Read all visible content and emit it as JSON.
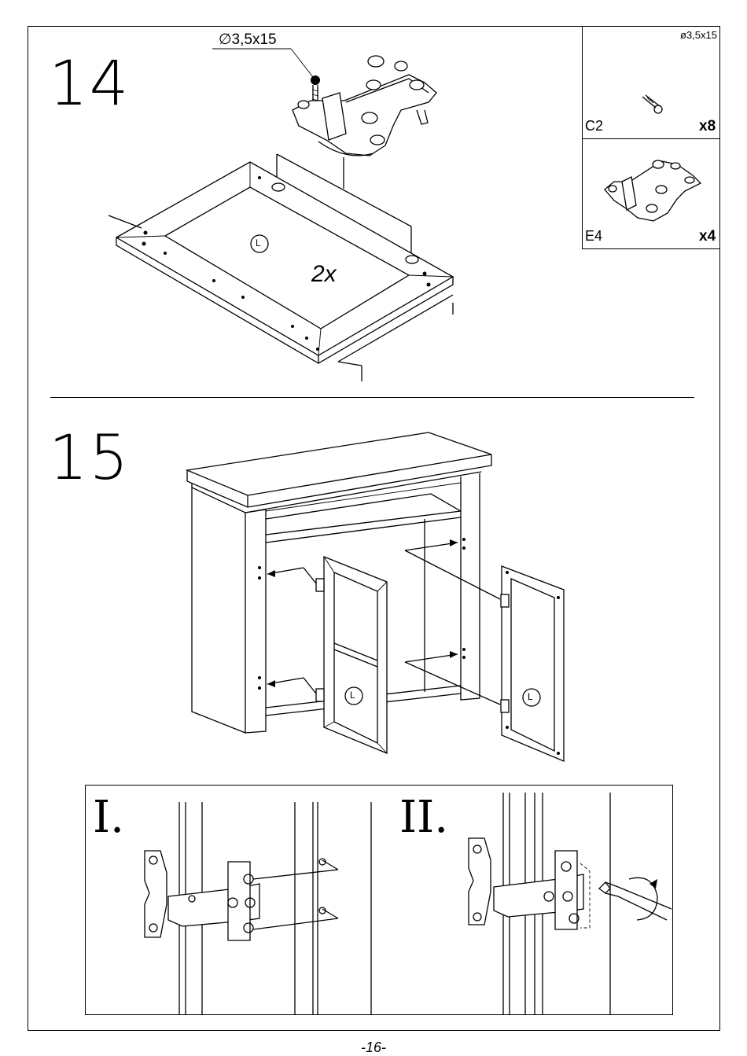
{
  "step14": {
    "number": "14",
    "screw_callout": "∅3,5x15",
    "quantity_note": "2x",
    "panel_label": "L"
  },
  "parts": {
    "spec": "ø3,5x15",
    "items": [
      {
        "code": "C2",
        "qty": "x8",
        "icon": "screw-icon"
      },
      {
        "code": "E4",
        "qty": "x4",
        "icon": "hinge-icon"
      }
    ]
  },
  "step15": {
    "number": "15",
    "door_label_left": "L",
    "door_label_right": "L"
  },
  "details": {
    "detail_1": "I.",
    "detail_2": "II."
  },
  "page_number": "-16-"
}
